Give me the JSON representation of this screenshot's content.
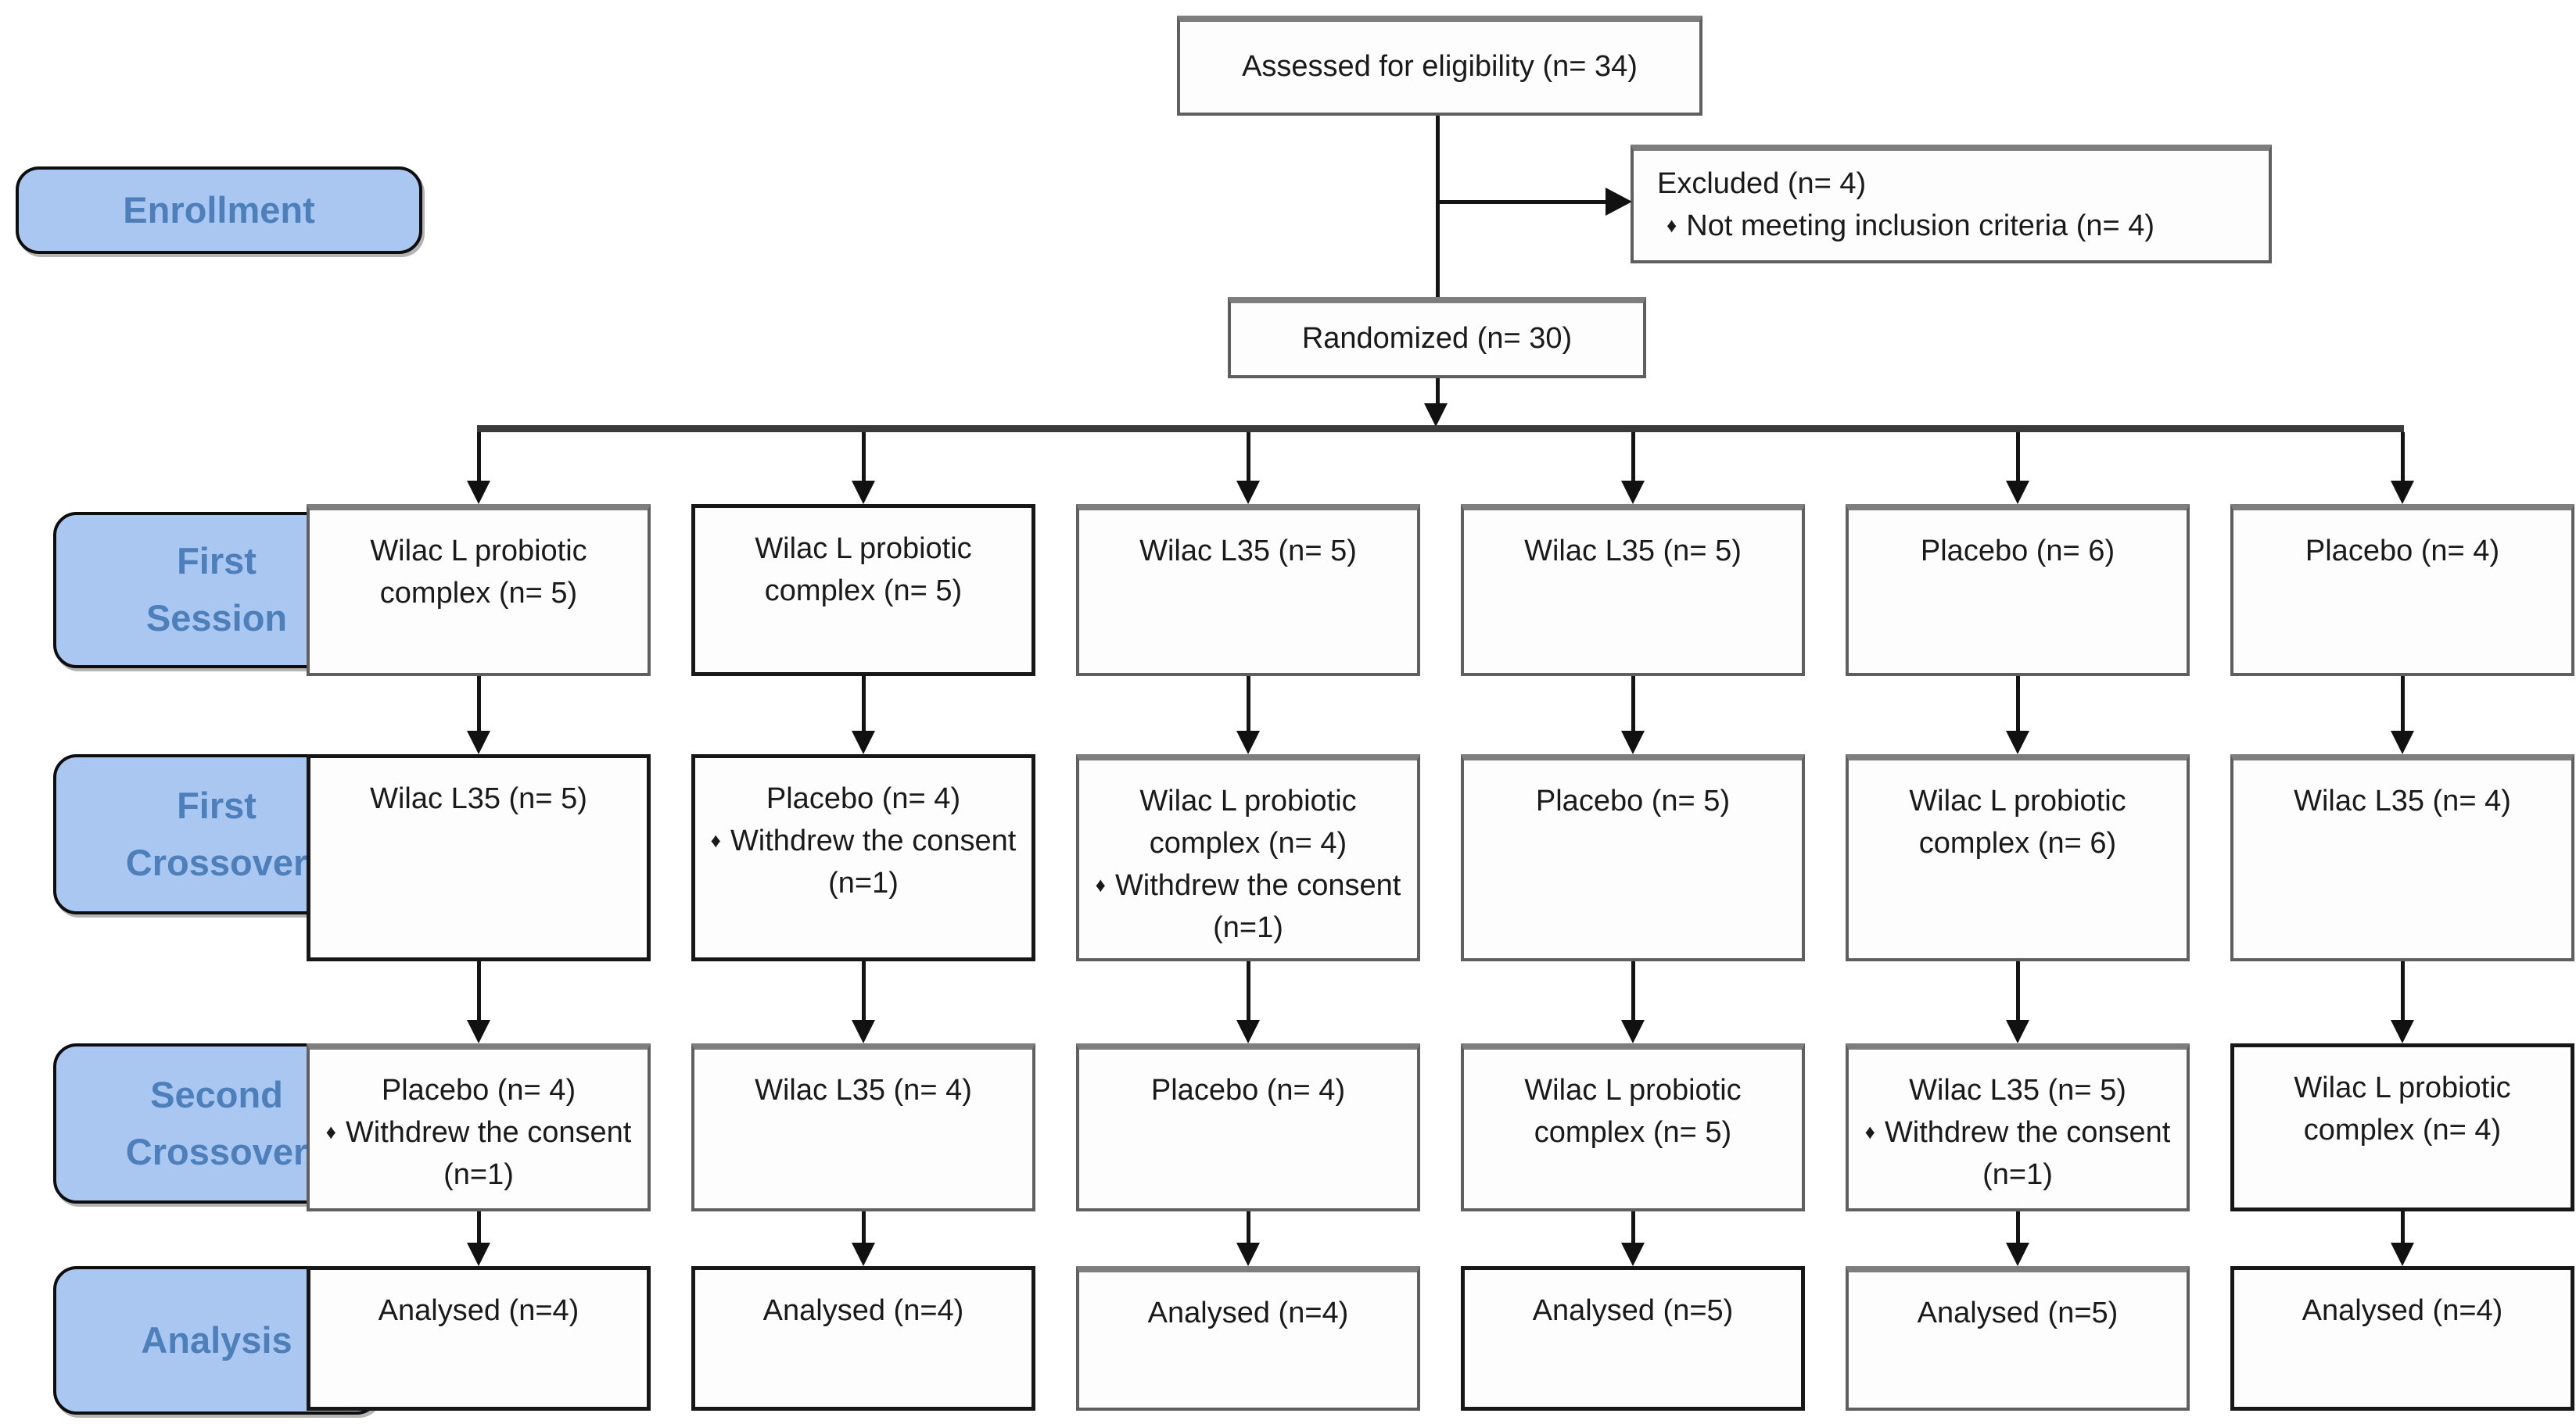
{
  "top": {
    "assessed": "Assessed for eligibility (n= 34)",
    "excluded": {
      "title": "Excluded (n= 4)",
      "bullet": "Not meeting inclusion criteria (n= 4)"
    },
    "randomized": "Randomized (n= 30)"
  },
  "icons": {
    "diamond": "♦"
  },
  "stages": {
    "enrollment": "Enrollment",
    "first_session": "First Session",
    "first_crossover": "First Crossover",
    "second_crossover": "Second Crossover",
    "analysis": "Analysis"
  },
  "grid": {
    "first_session": [
      {
        "main": "Wilac L probiotic complex (n= 5)",
        "bullet": ""
      },
      {
        "main": "Wilac L probiotic complex (n= 5)",
        "bullet": ""
      },
      {
        "main": "Wilac L35 (n= 5)",
        "bullet": ""
      },
      {
        "main": "Wilac L35 (n= 5)",
        "bullet": ""
      },
      {
        "main": "Placebo (n= 6)",
        "bullet": ""
      },
      {
        "main": "Placebo (n= 4)",
        "bullet": ""
      }
    ],
    "first_crossover": [
      {
        "main": "Wilac L35 (n= 5)",
        "bullet": ""
      },
      {
        "main": "Placebo (n= 4)",
        "bullet": "Withdrew the consent (n=1)"
      },
      {
        "main": "Wilac L probiotic complex (n= 4)",
        "bullet": "Withdrew the consent (n=1)"
      },
      {
        "main": "Placebo (n= 5)",
        "bullet": ""
      },
      {
        "main": "Wilac L probiotic complex (n= 6)",
        "bullet": ""
      },
      {
        "main": "Wilac L35 (n= 4)",
        "bullet": ""
      }
    ],
    "second_crossover": [
      {
        "main": "Placebo (n= 4)",
        "bullet": "Withdrew the consent (n=1)"
      },
      {
        "main": "Wilac L35 (n= 4)",
        "bullet": ""
      },
      {
        "main": "Placebo (n= 4)",
        "bullet": ""
      },
      {
        "main": "Wilac L probiotic complex (n= 5)",
        "bullet": ""
      },
      {
        "main": "Wilac L35 (n= 5)",
        "bullet": "Withdrew the consent (n=1)"
      },
      {
        "main": "Wilac L probiotic complex (n= 4)",
        "bullet": ""
      }
    ],
    "analysis": [
      "Analysed (n=4)",
      "Analysed (n=4)",
      "Analysed (n=4)",
      "Analysed (n=5)",
      "Analysed (n=5)",
      "Analysed (n=4)"
    ]
  }
}
